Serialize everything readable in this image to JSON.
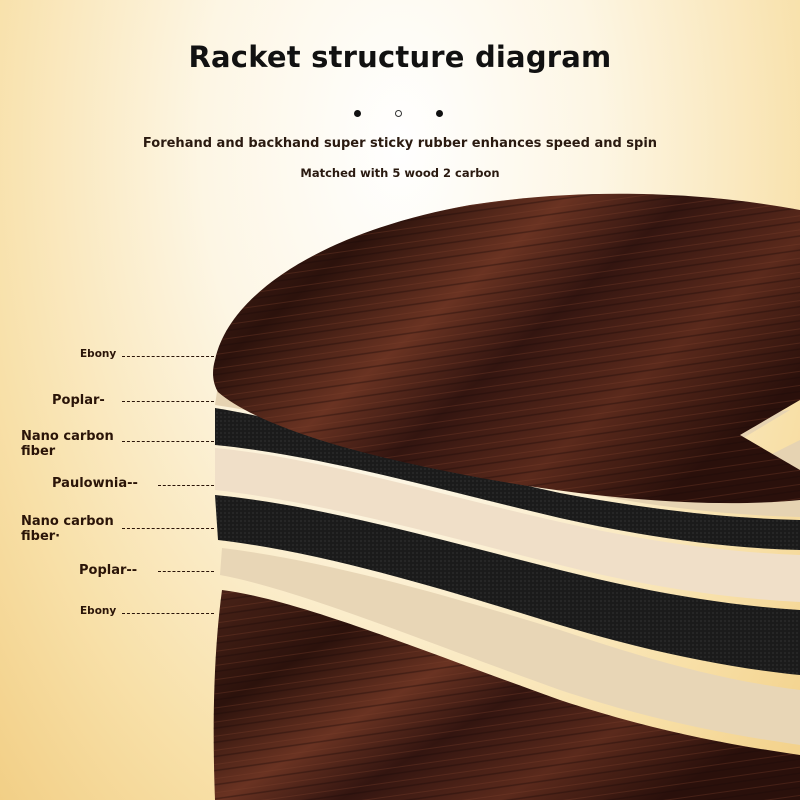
{
  "header": {
    "title": "Racket structure diagram",
    "subtitle": "Forehand and backhand super sticky rubber enhances speed and spin",
    "subtitle2": "Matched with 5 wood 2 carbon"
  },
  "layers": [
    {
      "label": "Ebony",
      "material": "ebony"
    },
    {
      "label": "Poplar-",
      "material": "poplar"
    },
    {
      "label": "Nano carbon\nfiber",
      "material": "carbon"
    },
    {
      "label": "Paulownia--",
      "material": "paulownia"
    },
    {
      "label": "Nano carbon\nfiber·",
      "material": "carbon"
    },
    {
      "label": "Poplar--",
      "material": "poplar"
    },
    {
      "label": "Ebony",
      "material": "ebony"
    }
  ],
  "colors": {
    "ebony": "#3f1d14",
    "poplar": "#e6d4b4",
    "carbon": "#1c1c1c",
    "paulownia": "#efdcc4"
  }
}
